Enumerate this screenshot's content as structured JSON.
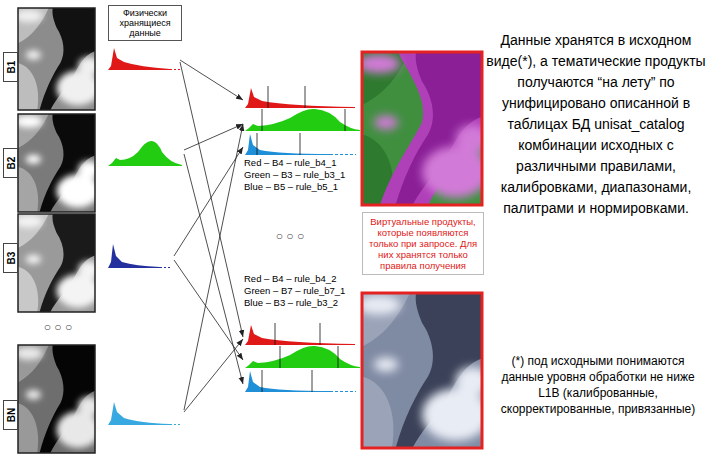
{
  "diagram": {
    "nodes": [
      {
        "text": [
          "Физически хранящиеся данные"
        ]
      },
      {
        "text": [
          "B1"
        ]
      },
      {
        "text": [
          "B2"
        ]
      },
      {
        "text": [
          "B3"
        ]
      },
      {
        "text": [
          "BN"
        ]
      },
      {
        "text": [
          "Виртуальные продукты, которые появляются только при запросе. Для них хранятся только правила получения"
        ]
      }
    ],
    "labels": [
      "Данные хранятся в исходном виде(*), а тематические продукты получаются “на лету” по унифицировано описанной в таблицах БД unisat_catalog комбинации исходных с различными правилами, калибровками, диапазонами, палитрами и нормировками.",
      "○ ○ ○",
      "Red – B4 – rule_b4_1",
      "Green – B3 – rule_b3_1",
      "Blue – B5 – rule_b5_1",
      "○ ○ ○",
      "Red – B4 – rule_b4_2",
      "Green – B7 – rule_b7_1",
      "Blue – B3 – rule_b3_2",
      "(*) под исходными понимаются данные уровня обработки не ниже L1B (калиброванные, скорректированные, привязанные)"
    ]
  }
}
